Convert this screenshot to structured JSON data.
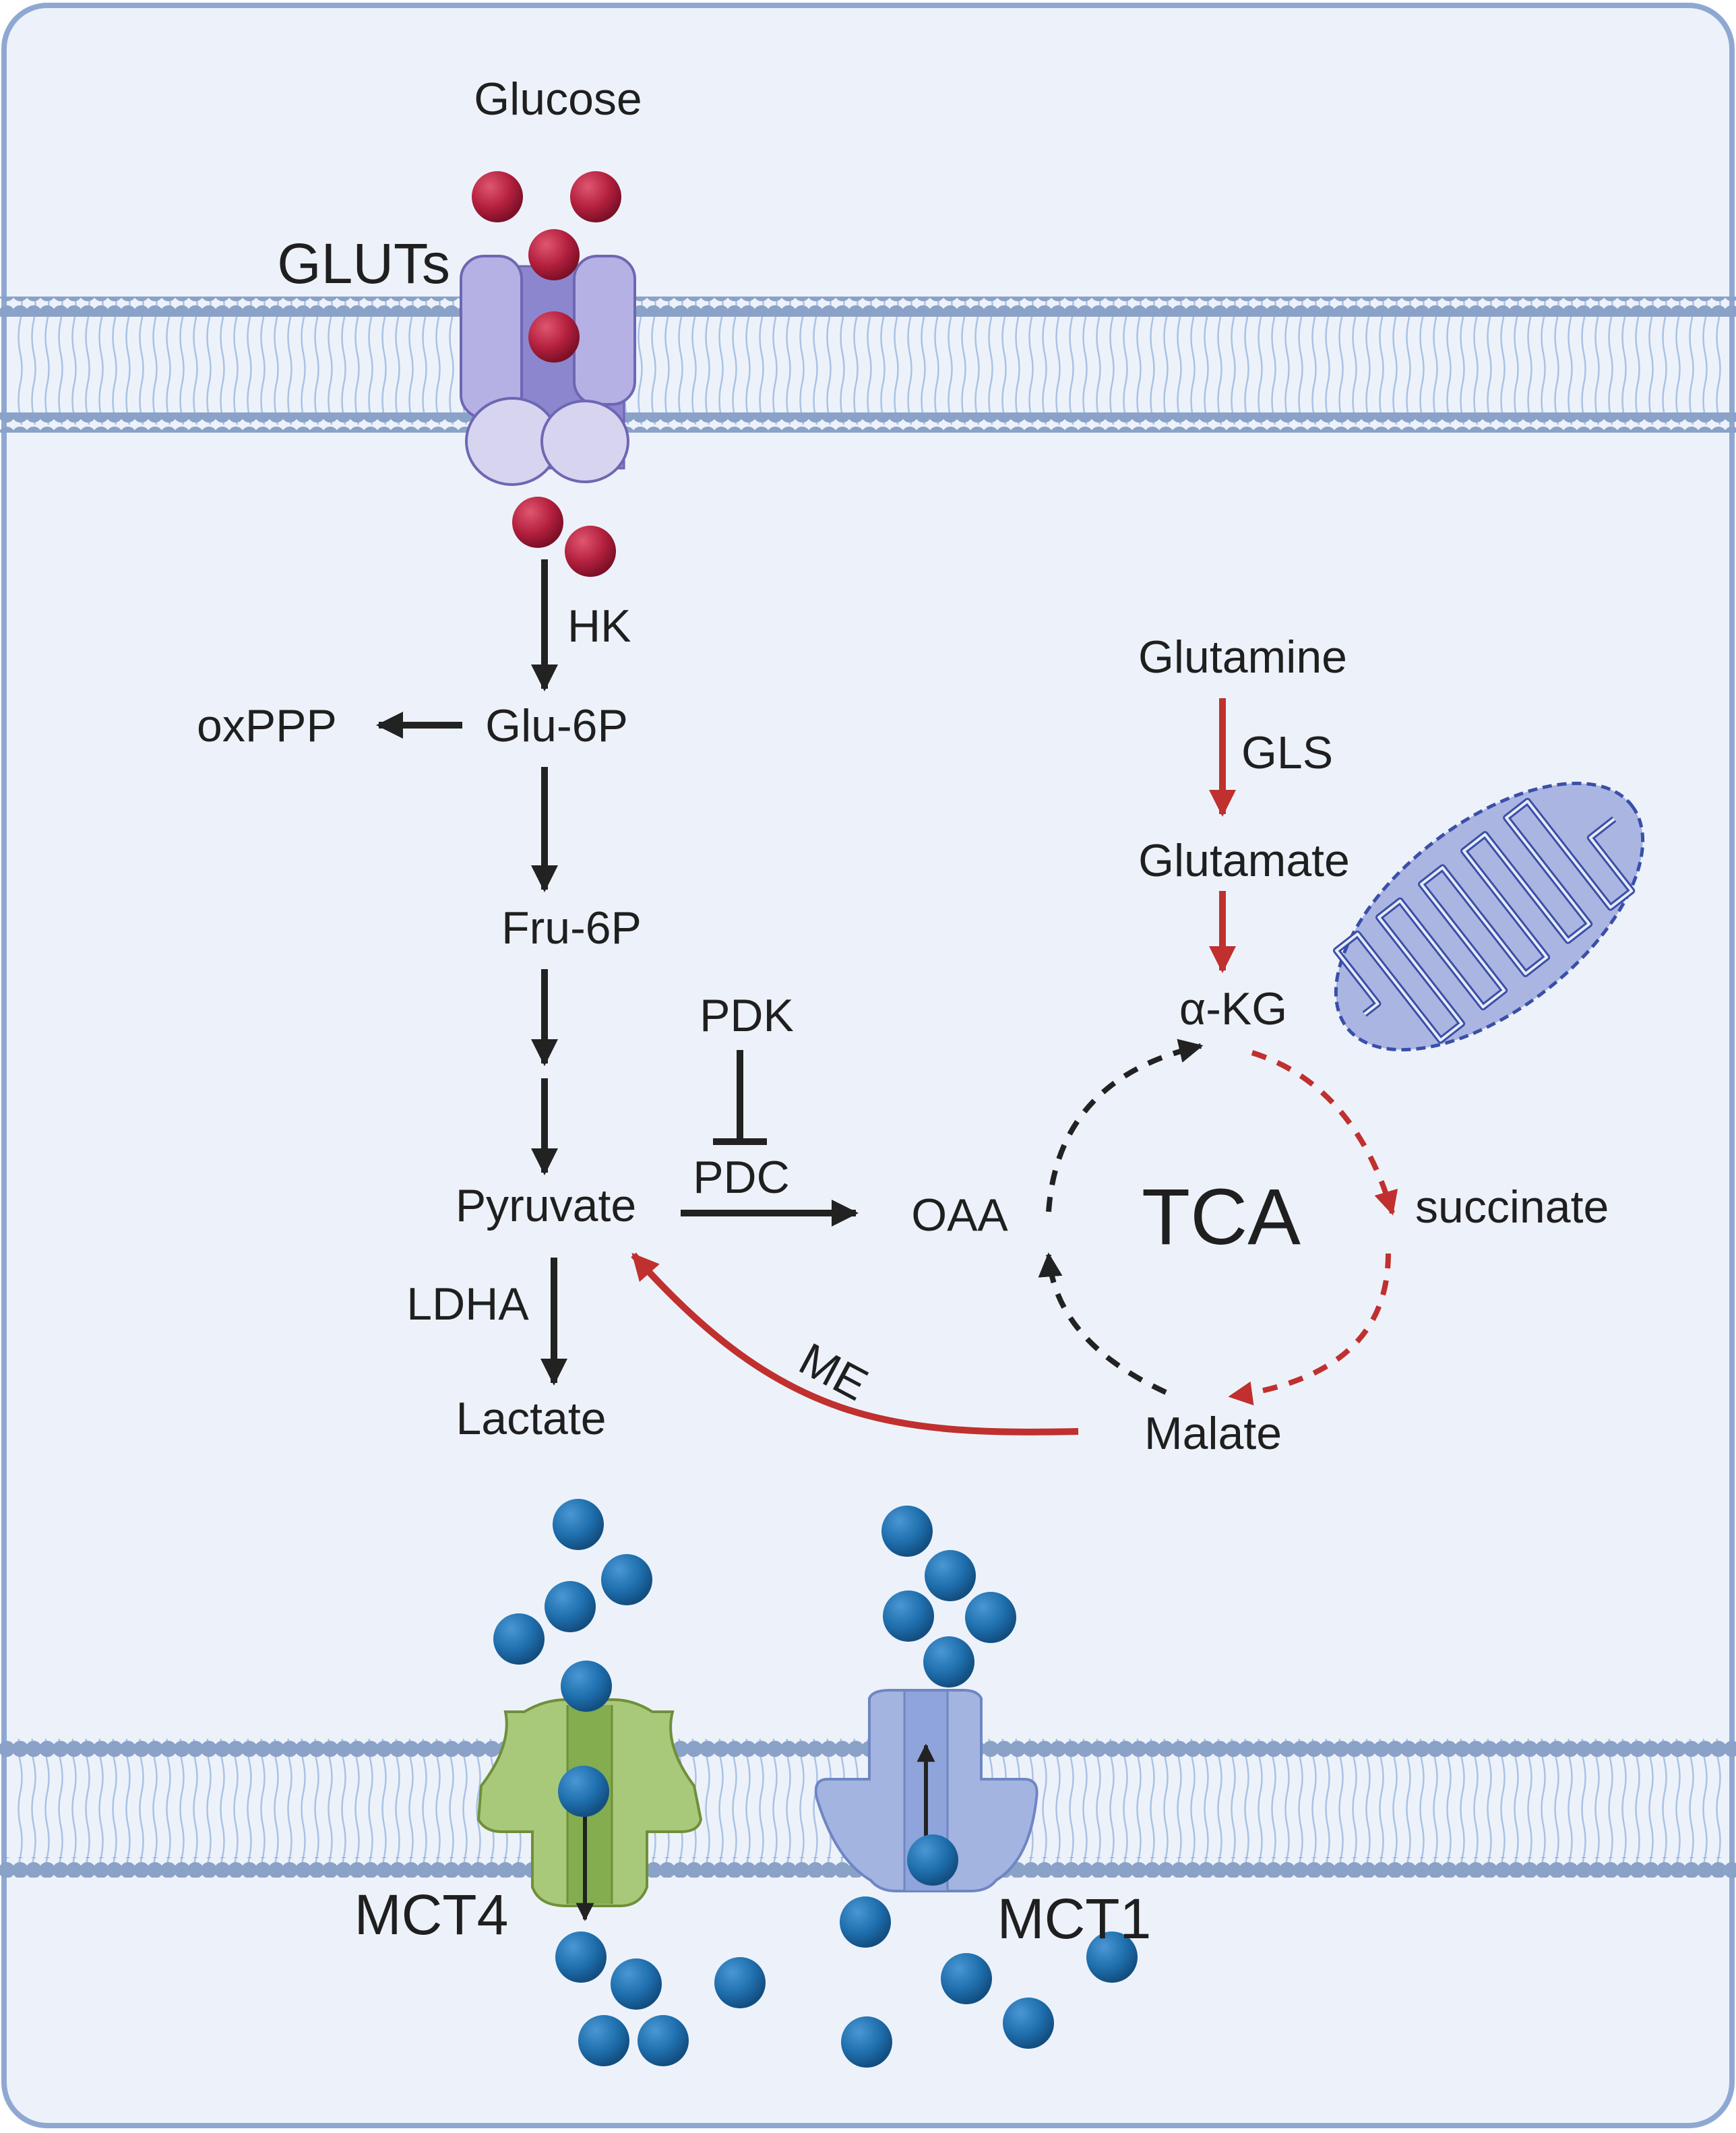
{
  "colors": {
    "frame_fill": "#edf2fa",
    "frame_stroke": "#8fa8d2",
    "membrane_head": "#8aa2c8",
    "membrane_tail": "#a9c2e6",
    "arrow_black": "#222222",
    "arrow_red": "#c0302e",
    "glucose_red": "#b3203e",
    "lactate_blue": "#1f6fae",
    "glut_purple": "#b5b1e4",
    "mct4_green": "#a9c97a",
    "mct1_blue": "#a3b4e0",
    "mito_fill": "#aab5e2",
    "mito_line": "#3a4fa8"
  },
  "labels": {
    "glucose": "Glucose",
    "gluts": "GLUTs",
    "hk": "HK",
    "oxppp": "oxPPP",
    "glu6p": "Glu-6P",
    "fru6p": "Fru-6P",
    "pdk": "PDK",
    "pdc": "PDC",
    "pyruvate": "Pyruvate",
    "ldha": "LDHA",
    "lactate": "Lactate",
    "me": "ME",
    "glutamine": "Glutamine",
    "gls": "GLS",
    "glutamate": "Glutamate",
    "akg": "α-KG",
    "oaa": "OAA",
    "tca": "TCA",
    "succinate": "succinate",
    "malate": "Malate",
    "mct4": "MCT4",
    "mct1": "MCT1"
  },
  "icons": {
    "mitochondrion": "mitochondrion-icon",
    "glut_transporter": "glut-transporter-icon",
    "mct4_transporter": "mct4-transporter-icon",
    "mct1_transporter": "mct1-transporter-icon",
    "glucose_molecule": "glucose-molecule-icon",
    "lactate_molecule": "lactate-molecule-icon"
  }
}
